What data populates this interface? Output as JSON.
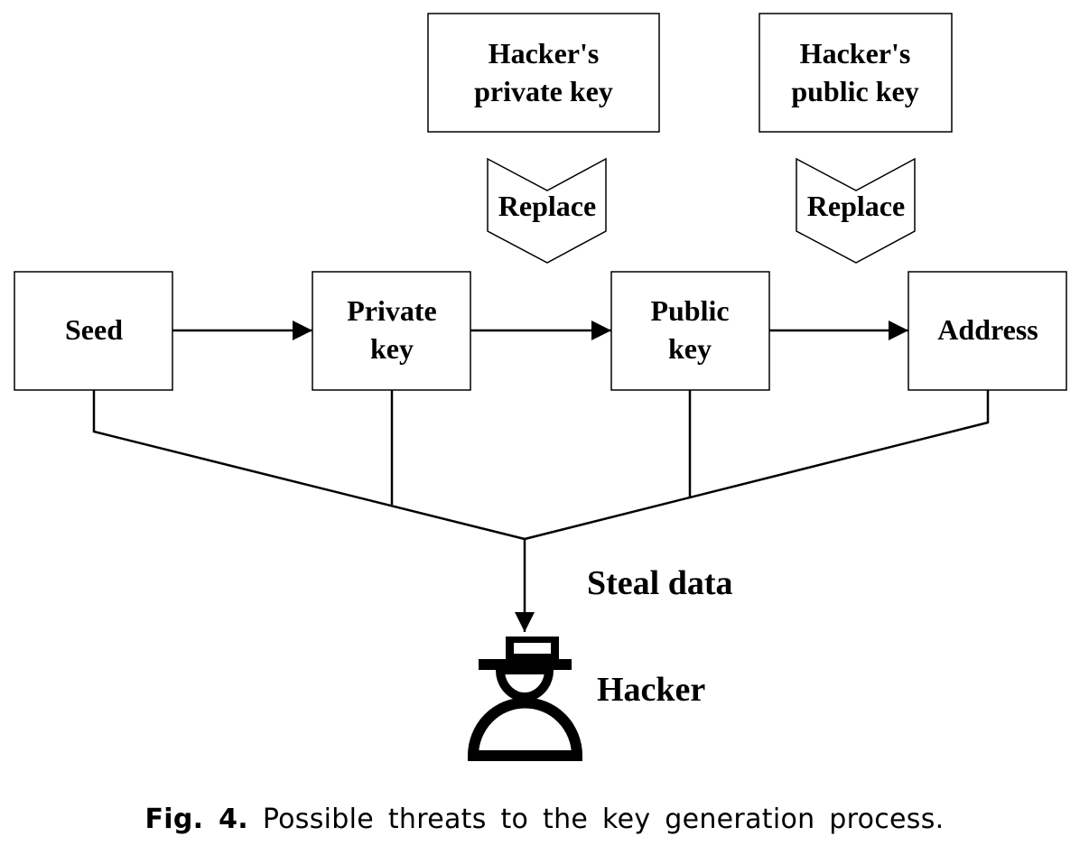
{
  "nodes": {
    "hacker_private_key": {
      "line1": "Hacker's",
      "line2": "private key"
    },
    "hacker_public_key": {
      "line1": "Hacker's",
      "line2": "public key"
    },
    "replace_left": "Replace",
    "replace_right": "Replace",
    "seed": "Seed",
    "private_key": {
      "line1": "Private",
      "line2": "key"
    },
    "public_key": {
      "line1": "Public",
      "line2": "key"
    },
    "address": "Address"
  },
  "labels": {
    "steal_data": "Steal data",
    "hacker": "Hacker"
  },
  "caption": {
    "label": "Fig. 4.",
    "text": "Possible threats to the key generation process."
  },
  "icons": {
    "hacker": "hacker-figure-icon"
  }
}
